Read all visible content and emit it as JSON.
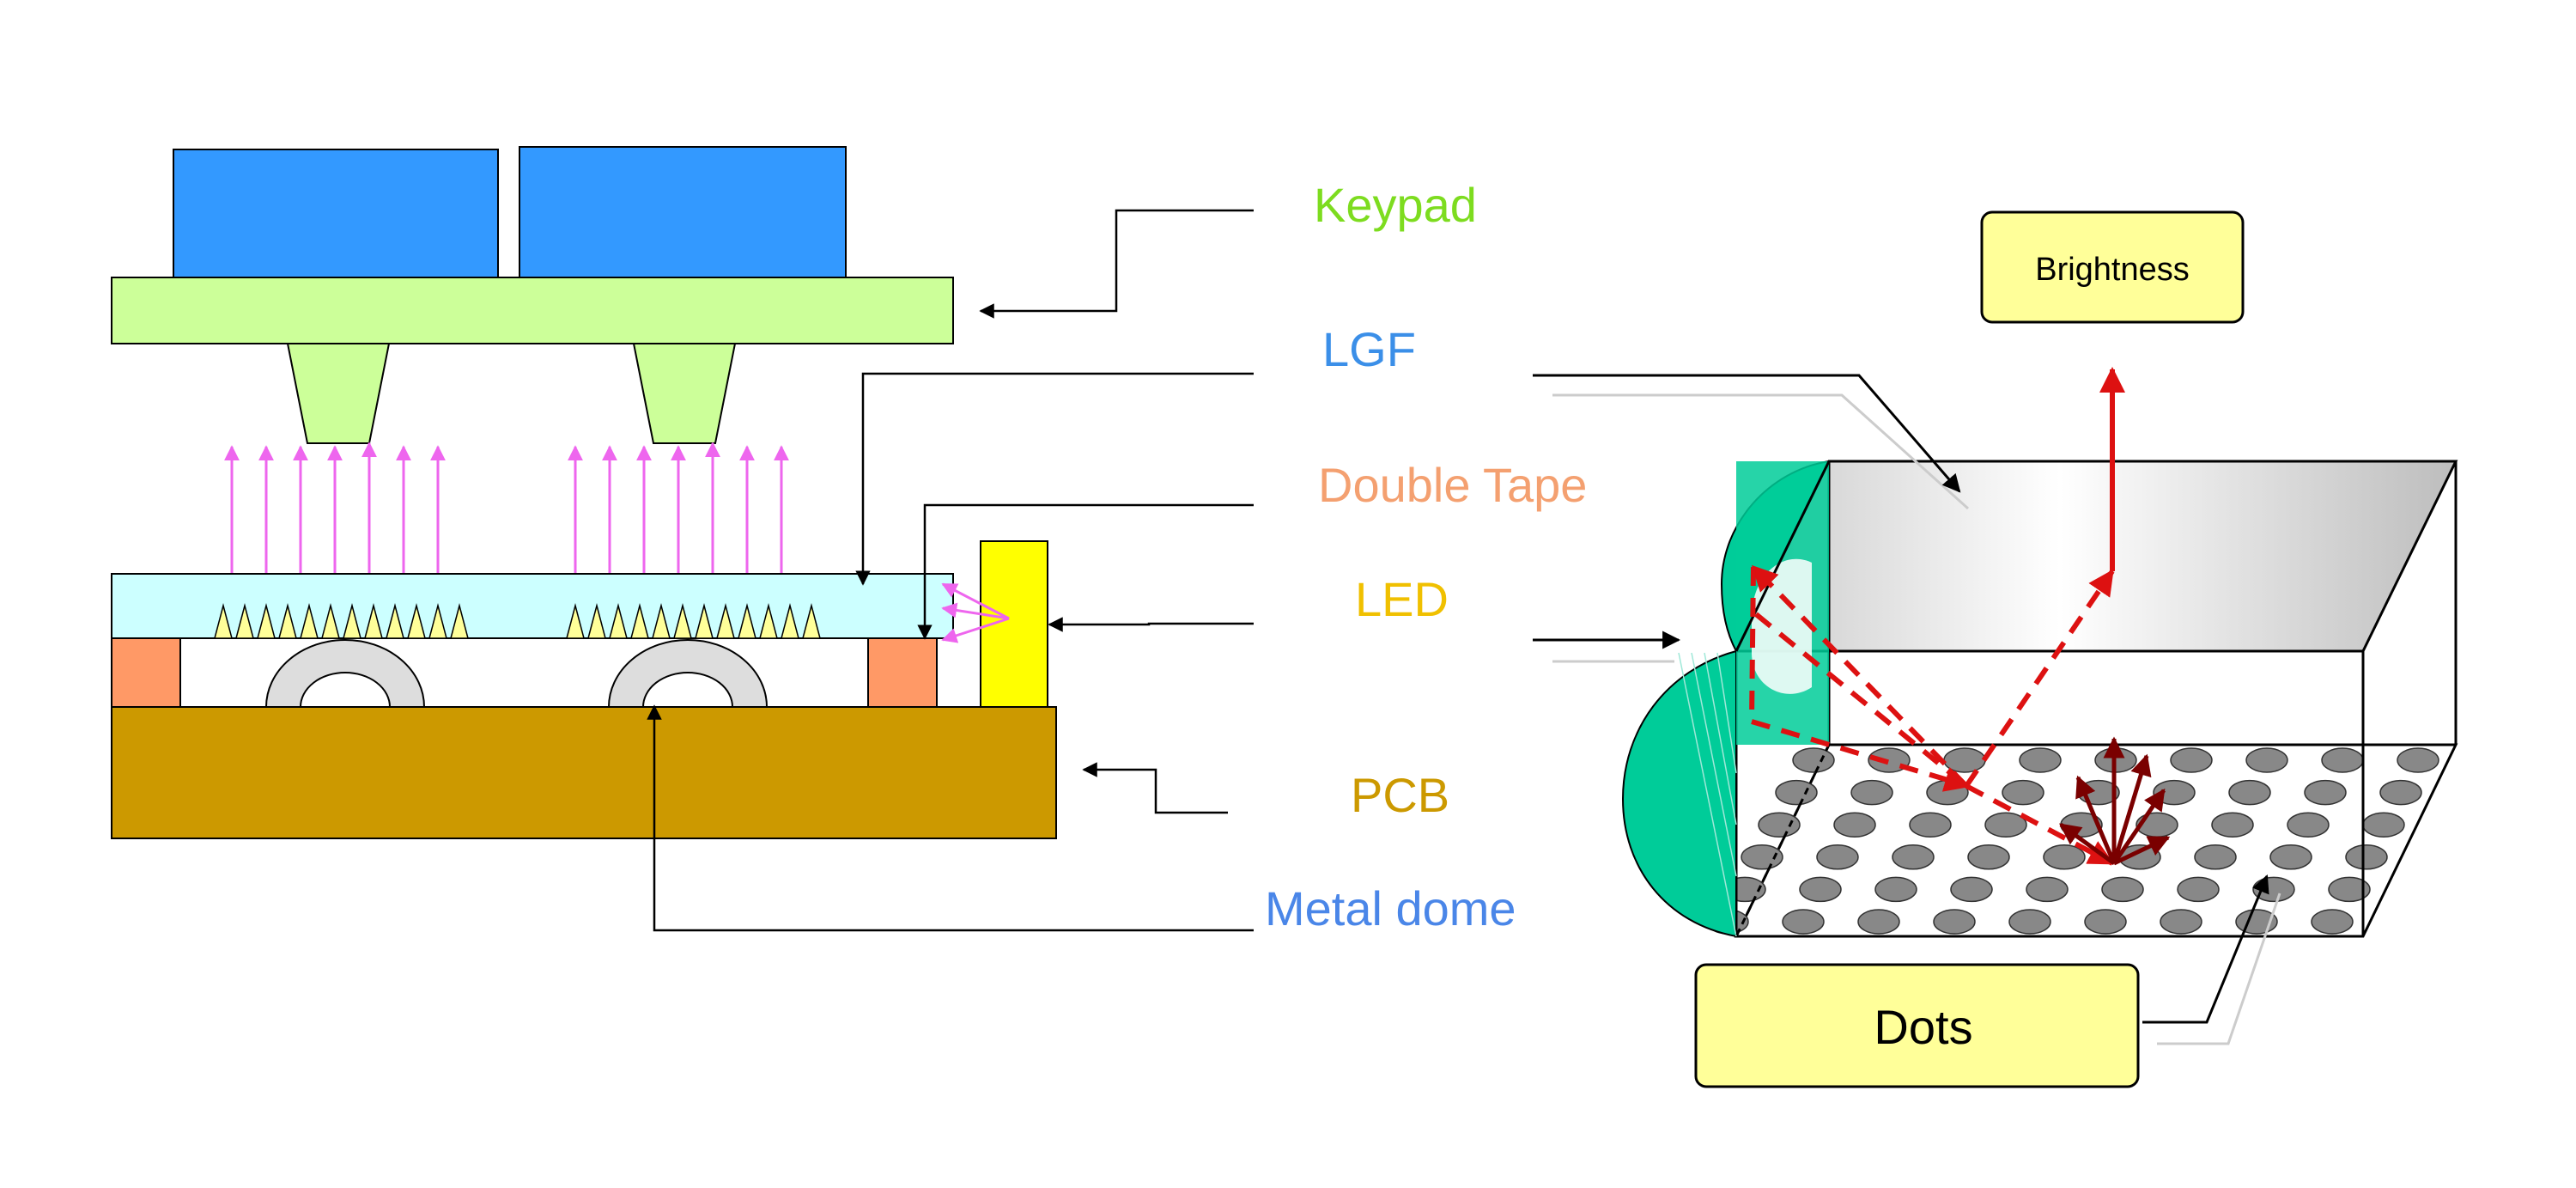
{
  "labels": {
    "keypad": "Keypad",
    "lgf": "LGF",
    "double_tape": "Double Tape",
    "led": "LED",
    "pcb": "PCB",
    "metal_dome": "Metal dome",
    "brightness": "Brightness",
    "dots": "Dots"
  },
  "colors": {
    "keypad_label": "#7ddc1f",
    "lgf_label": "#3b8fe8",
    "double_tape_label": "#f4a070",
    "led_label": "#f0c000",
    "pcb_label": "#cc9900",
    "metal_dome_label": "#4a86e8",
    "key_cap": "#3399ff",
    "keypad_base": "#ccff99",
    "lgf_film": "#ccffff",
    "double_tape": "#ff9966",
    "led": "#ffff00",
    "pcb": "#cc9900",
    "light_rays": "#ee66ee",
    "light_path": "#dd1111",
    "dots": "#888888",
    "callout_box": "#ffff99",
    "lgf_edge": "#00cc99"
  }
}
